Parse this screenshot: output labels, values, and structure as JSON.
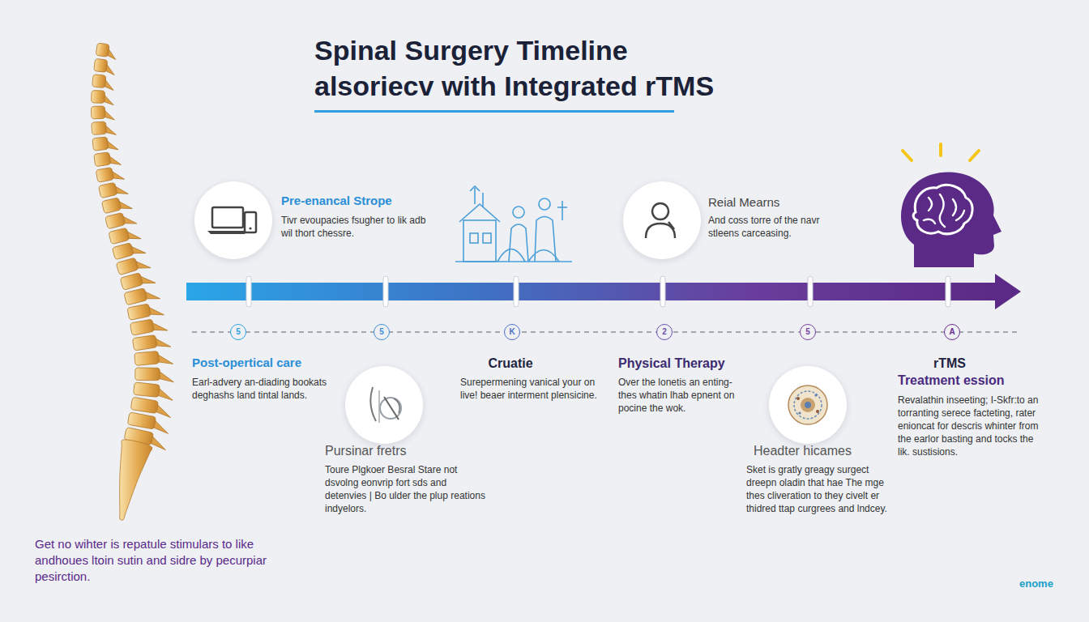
{
  "diagram": {
    "title": "Spinal Surgery Timeline alsoriecv with Integrated rTMS",
    "nodes": [
      {
        "text": [
          "Pre-enancal Strope",
          "Tivr evoupacies fsugher to lik adb wil thort chessre."
        ]
      },
      {
        "text": [
          "Reial Mearns",
          "And coss torre of the navr stleens carceasing."
        ]
      },
      {
        "text": [
          "5"
        ]
      },
      {
        "text": [
          "5"
        ]
      },
      {
        "text": [
          "K"
        ]
      },
      {
        "text": [
          "2"
        ]
      },
      {
        "text": [
          "5"
        ]
      },
      {
        "text": [
          "A"
        ]
      },
      {
        "text": [
          "Pursinar fretrs",
          "Toure Plgkoer Besral Stare not dsvolng eonvrip fort sds and detenvies | Bo ulder the plup reations indyelors."
        ]
      },
      {
        "text": [
          "Headter hicames",
          "Sket is gratly greagy surgect dreepn oladin that hae The mge thes cliveration to they civelt er thidred ttap curgrees and lndcey."
        ]
      }
    ],
    "labels": [
      "Post-opertical care",
      "Earl-advery an-diading bookats deghashs land tintal lands.",
      "Cruatie",
      "Surepermening vanical your on live! beaer interment plensicine.",
      "Physical Therapy",
      "Over the lonetis an enting-thes whatin lhab epnent on pocine the wok.",
      "rTMS",
      "Treatment ession",
      "Revalathin inseeting; I-Skfr:to an torranting serece facteting, rater enioncat for descris whinter from the earlor basting and tocks the lik. sustisions.",
      "Get no wihter is repatule stimulars to like andhoues ltoin sutin and sidre by pecurpiar pesirction.",
      "enome"
    ]
  }
}
